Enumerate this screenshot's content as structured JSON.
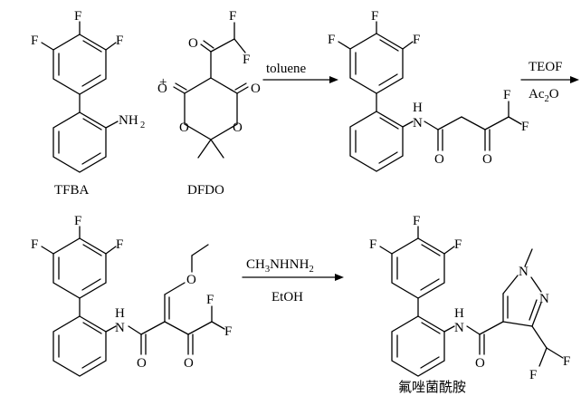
{
  "atoms": {
    "F": "F",
    "O": "O",
    "N": "N",
    "H": "H",
    "NH2_N": "NH",
    "NH2_sub": "2"
  },
  "plus": "+",
  "arrow1": {
    "above": "toluene"
  },
  "arrow2": {
    "above_main": "TEOF",
    "below_main": "Ac",
    "below_sub": "2",
    "below_tail": "O"
  },
  "arrow3": {
    "above_a": "CH",
    "above_sub": "3",
    "above_b": "NHNH",
    "above_sub2": "2",
    "below": "EtOH"
  },
  "labels": {
    "reagent_1": "TFBA",
    "reagent_2": "DFDO",
    "product": "氟唑菌酰胺"
  }
}
